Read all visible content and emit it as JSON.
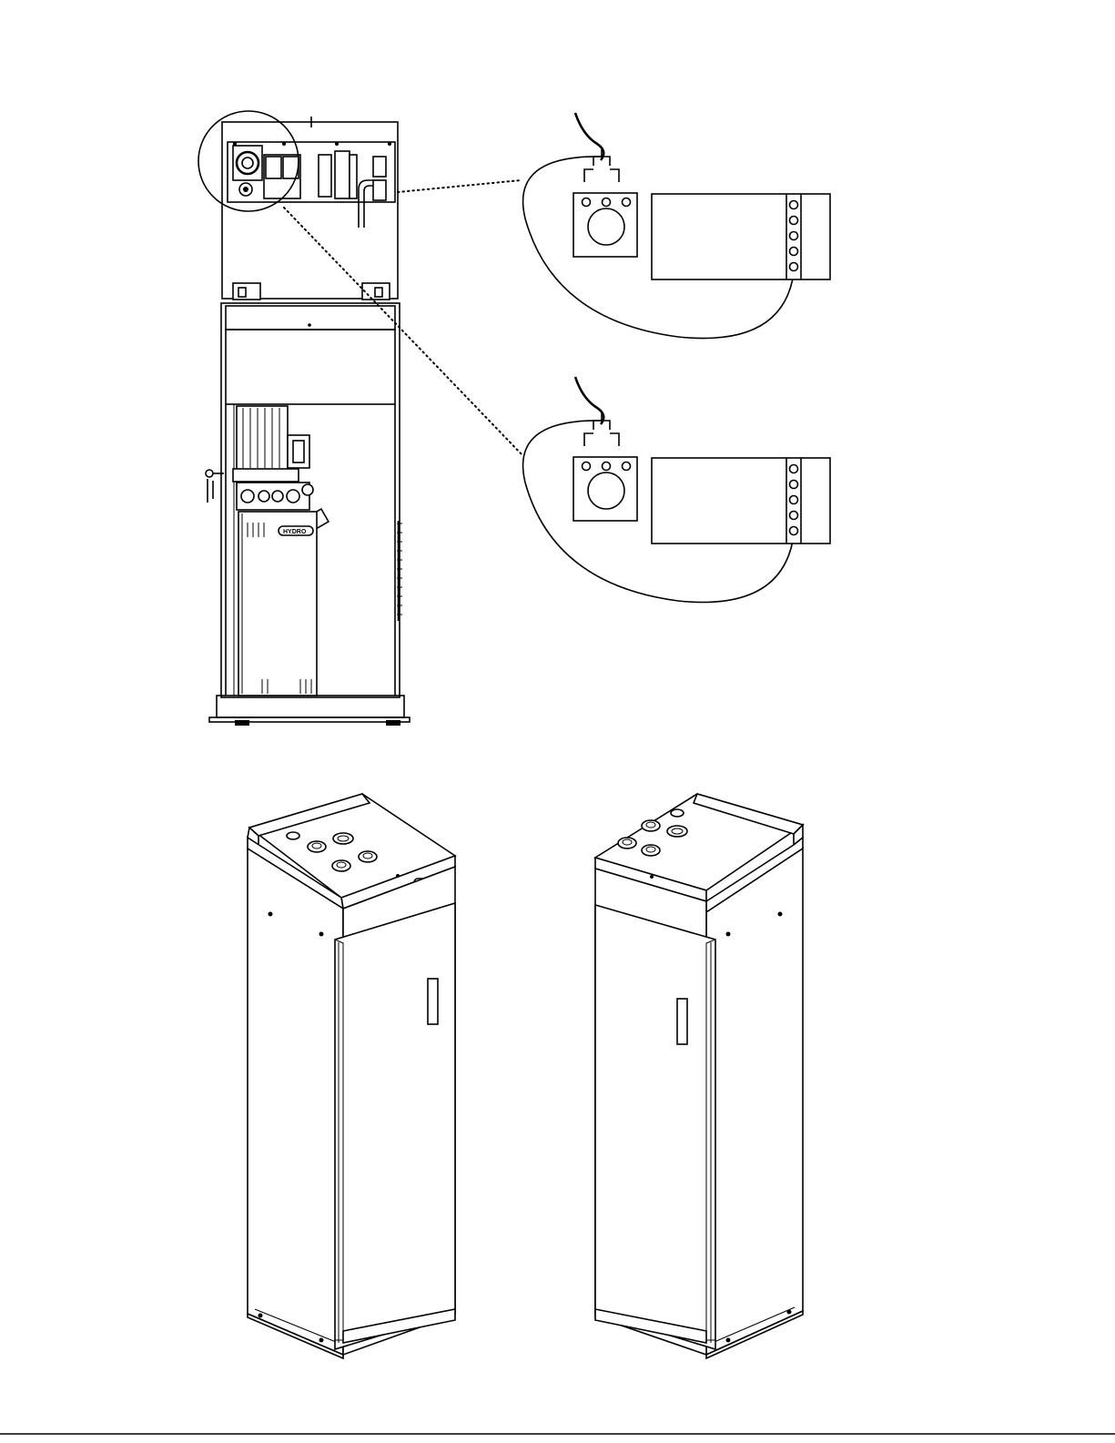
{
  "diagram": {
    "brand_plate_text": "HYDRO",
    "detail_views": [
      {
        "id": "upper",
        "terminals": 5,
        "jack_holes": 3
      },
      {
        "id": "lower",
        "terminals": 5,
        "jack_holes": 3
      }
    ],
    "cabinet_views": [
      "front-left-isometric",
      "front-right-isometric"
    ],
    "colors": {
      "line": "#000000",
      "fill": "#ffffff",
      "shade": "#cfcfcf"
    }
  }
}
